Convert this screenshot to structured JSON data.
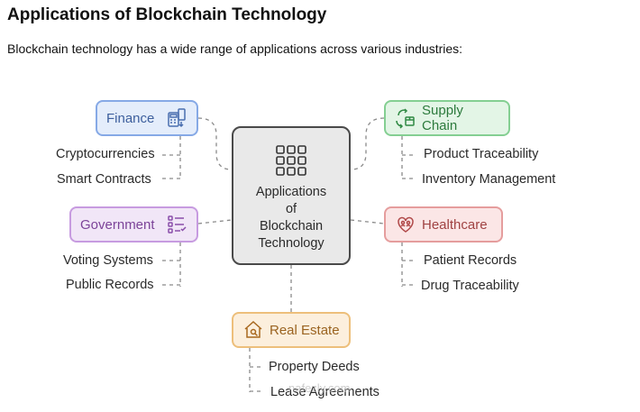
{
  "title": "Applications of Blockchain Technology",
  "subtitle": "Blockchain technology has a wide range of applications across various industries:",
  "center": {
    "line1": "Applications",
    "line2": "of",
    "line3": "Blockchain",
    "line4": "Technology",
    "icon": "grid-icon"
  },
  "categories": {
    "finance": {
      "label": "Finance",
      "icon": "calculator-icon",
      "items": [
        "Cryptocurrencies",
        "Smart Contracts"
      ]
    },
    "supply_chain": {
      "label": "Supply Chain",
      "icon": "cycle-box-icon",
      "items": [
        "Product Traceability",
        "Inventory Management"
      ]
    },
    "government": {
      "label": "Government",
      "icon": "checklist-icon",
      "items": [
        "Voting Systems",
        "Public Records"
      ]
    },
    "healthcare": {
      "label": "Healthcare",
      "icon": "heart-people-icon",
      "items": [
        "Patient Records",
        "Drug Traceability"
      ]
    },
    "real_estate": {
      "label": "Real Estate",
      "icon": "house-search-icon",
      "items": [
        "Property Deeds",
        "Lease Agreements"
      ]
    }
  },
  "watermark": "nafezly.com",
  "colors": {
    "finance": "#86a9e6",
    "supply_chain": "#84cf92",
    "government": "#c79be0",
    "healthcare": "#e59d9d",
    "real_estate": "#edbf7b",
    "center": "#4a4a4a"
  }
}
